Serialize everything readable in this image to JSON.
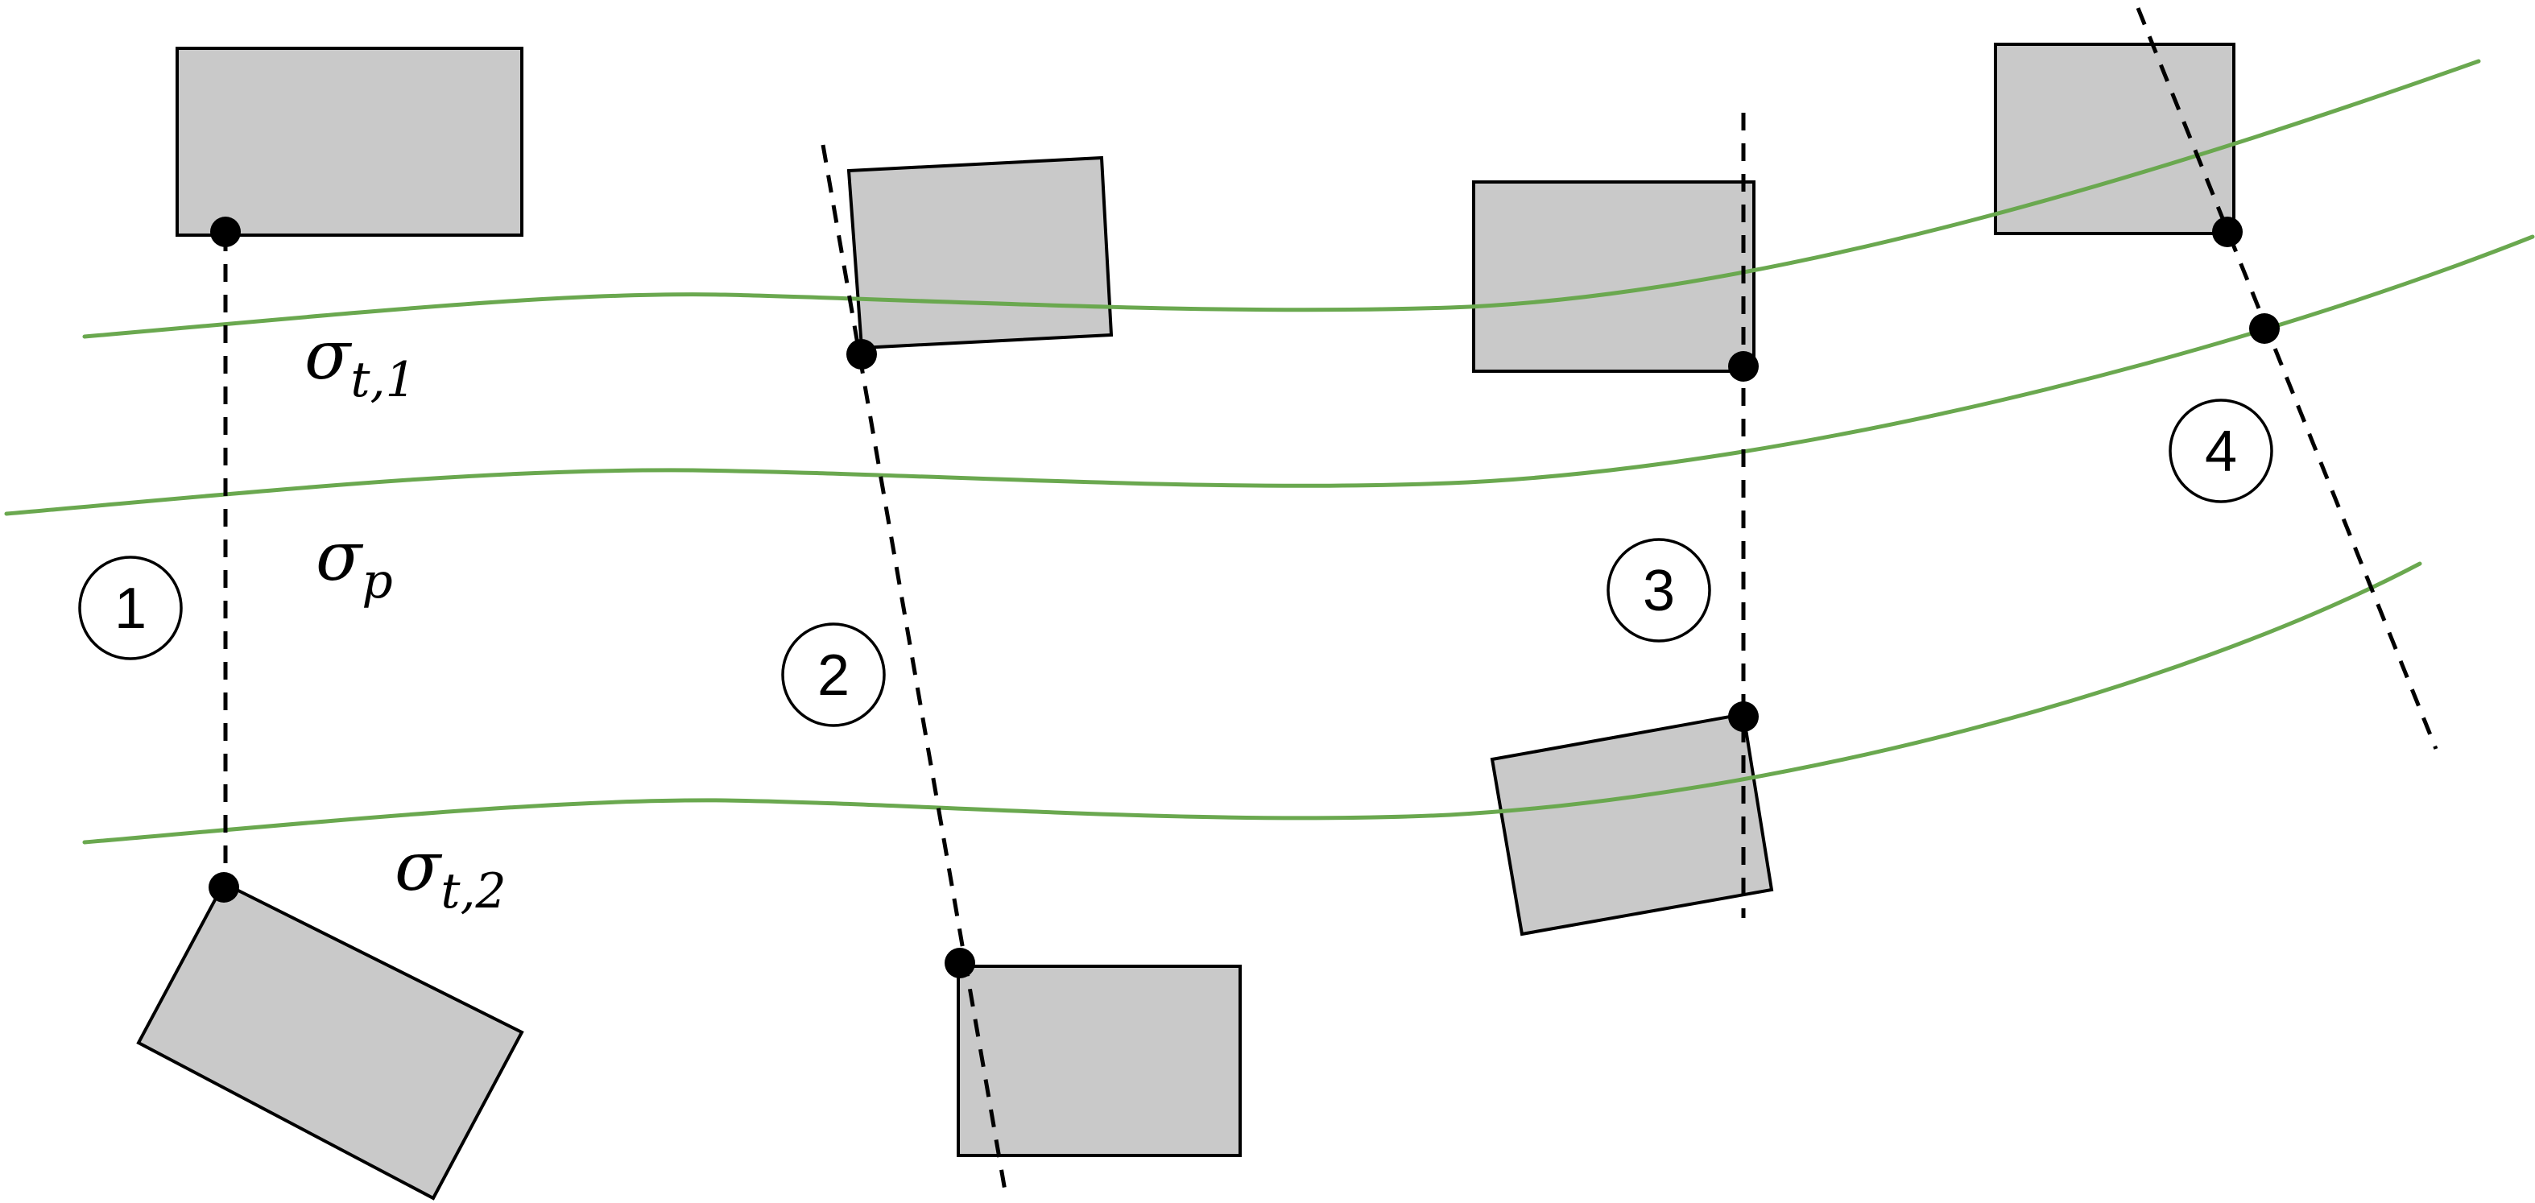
{
  "colors": {
    "curve": "#6aa84f",
    "block_fill": "#c9c9c9",
    "outline": "#000000",
    "background": "#ffffff"
  },
  "labels": {
    "sigma_t1": {
      "base": "σ",
      "sub": "t,1"
    },
    "sigma_p": {
      "base": "σ",
      "sub": "p"
    },
    "sigma_t2": {
      "base": "σ",
      "sub": "t,2"
    }
  },
  "cases": [
    "1",
    "2",
    "3",
    "4"
  ]
}
